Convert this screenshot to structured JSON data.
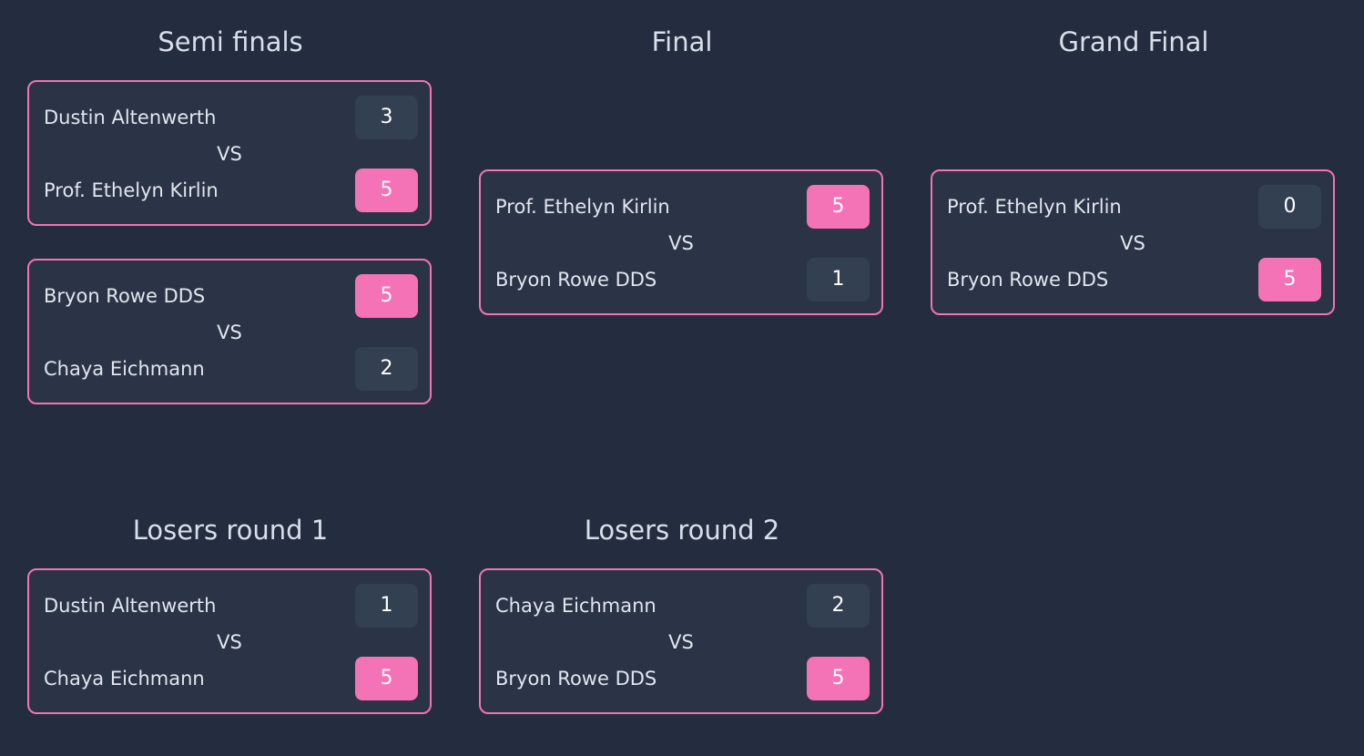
{
  "colors": {
    "background": "#232d3f",
    "card_background": "#2a3446",
    "accent": "#f472b6",
    "score_default": "#334052",
    "text": "#e1e6ef"
  },
  "rounds": {
    "semi_finals": {
      "title": "Semi finals",
      "matches": [
        {
          "player1": {
            "name": "Dustin Altenwerth",
            "score": "3",
            "winner": false
          },
          "vs": "VS",
          "player2": {
            "name": "Prof. Ethelyn Kirlin",
            "score": "5",
            "winner": true
          }
        },
        {
          "player1": {
            "name": "Bryon Rowe DDS",
            "score": "5",
            "winner": true
          },
          "vs": "VS",
          "player2": {
            "name": "Chaya Eichmann",
            "score": "2",
            "winner": false
          }
        }
      ]
    },
    "final": {
      "title": "Final",
      "matches": [
        {
          "player1": {
            "name": "Prof. Ethelyn Kirlin",
            "score": "5",
            "winner": true
          },
          "vs": "VS",
          "player2": {
            "name": "Bryon Rowe DDS",
            "score": "1",
            "winner": false
          }
        }
      ]
    },
    "grand_final": {
      "title": "Grand Final",
      "matches": [
        {
          "player1": {
            "name": "Prof. Ethelyn Kirlin",
            "score": "0",
            "winner": false
          },
          "vs": "VS",
          "player2": {
            "name": "Bryon Rowe DDS",
            "score": "5",
            "winner": true
          }
        }
      ]
    },
    "losers_round_1": {
      "title": "Losers round 1",
      "matches": [
        {
          "player1": {
            "name": "Dustin Altenwerth",
            "score": "1",
            "winner": false
          },
          "vs": "VS",
          "player2": {
            "name": "Chaya Eichmann",
            "score": "5",
            "winner": true
          }
        }
      ]
    },
    "losers_round_2": {
      "title": "Losers round 2",
      "matches": [
        {
          "player1": {
            "name": "Chaya Eichmann",
            "score": "2",
            "winner": false
          },
          "vs": "VS",
          "player2": {
            "name": "Bryon Rowe DDS",
            "score": "5",
            "winner": true
          }
        }
      ]
    }
  }
}
